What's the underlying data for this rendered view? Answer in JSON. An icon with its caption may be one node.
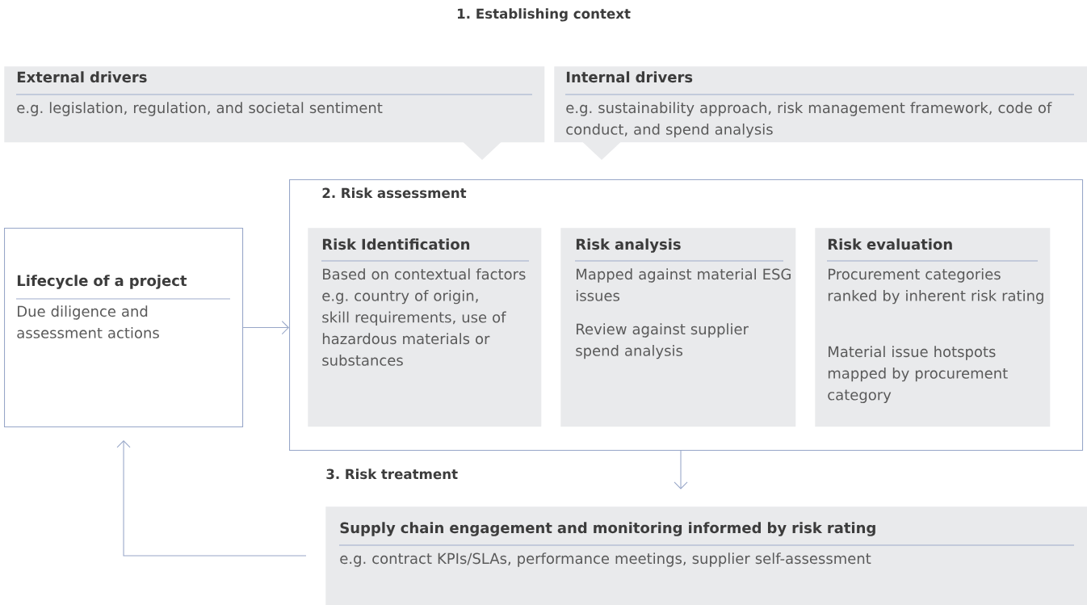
{
  "diagram": {
    "title": "1. Establishing context",
    "nodes": [
      {
        "text": [
          "External drivers",
          "e.g. legislation, regulation, and societal sentiment"
        ]
      },
      {
        "text": [
          "Internal drivers",
          "e.g. sustainability approach, risk management framework, code of conduct, and spend analysis"
        ]
      },
      {
        "text": [
          "2. Risk assessment"
        ]
      },
      {
        "text": [
          "Risk Identification",
          "Based on contextual factors e.g. country of origin, skill requirements, use of hazardous materials or substances"
        ],
        "in": 2
      },
      {
        "text": [
          "Risk analysis",
          "Mapped against material ESG issues",
          "Review against supplier spend analysis"
        ],
        "in": 2
      },
      {
        "text": [
          "Risk evaluation",
          "Procurement categories ranked by inherent risk rating",
          "Material issue hotspots mapped by procurement category"
        ],
        "in": 2
      },
      {
        "text": [
          "Lifecycle of a project",
          "Due diligence and assessment actions"
        ]
      },
      {
        "text": [
          "3. Risk treatment",
          "Supply chain engagement and monitoring informed by risk rating",
          "e.g. contract KPIs/SLAs, performance meetings, supplier self-assessment"
        ]
      }
    ],
    "edges": [
      {
        "from": 6,
        "to": 2,
        "arrow": "to"
      },
      {
        "from": 2,
        "to": 7,
        "arrow": "to"
      },
      {
        "from": 7,
        "to": 6,
        "arrow": "to"
      }
    ]
  }
}
